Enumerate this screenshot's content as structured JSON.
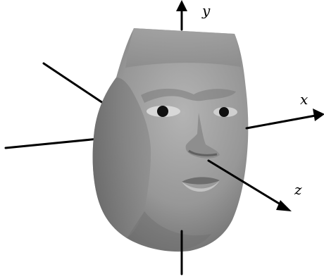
{
  "axes": {
    "x": {
      "label": "x"
    },
    "y": {
      "label": "y"
    },
    "z": {
      "label": "z"
    }
  },
  "colors": {
    "background": "#ffffff",
    "axis": "#000000",
    "face_light": "#b2b2b2",
    "face_mid": "#8e8e8e",
    "face_dark": "#5d5d5d",
    "eye": "#111111"
  }
}
